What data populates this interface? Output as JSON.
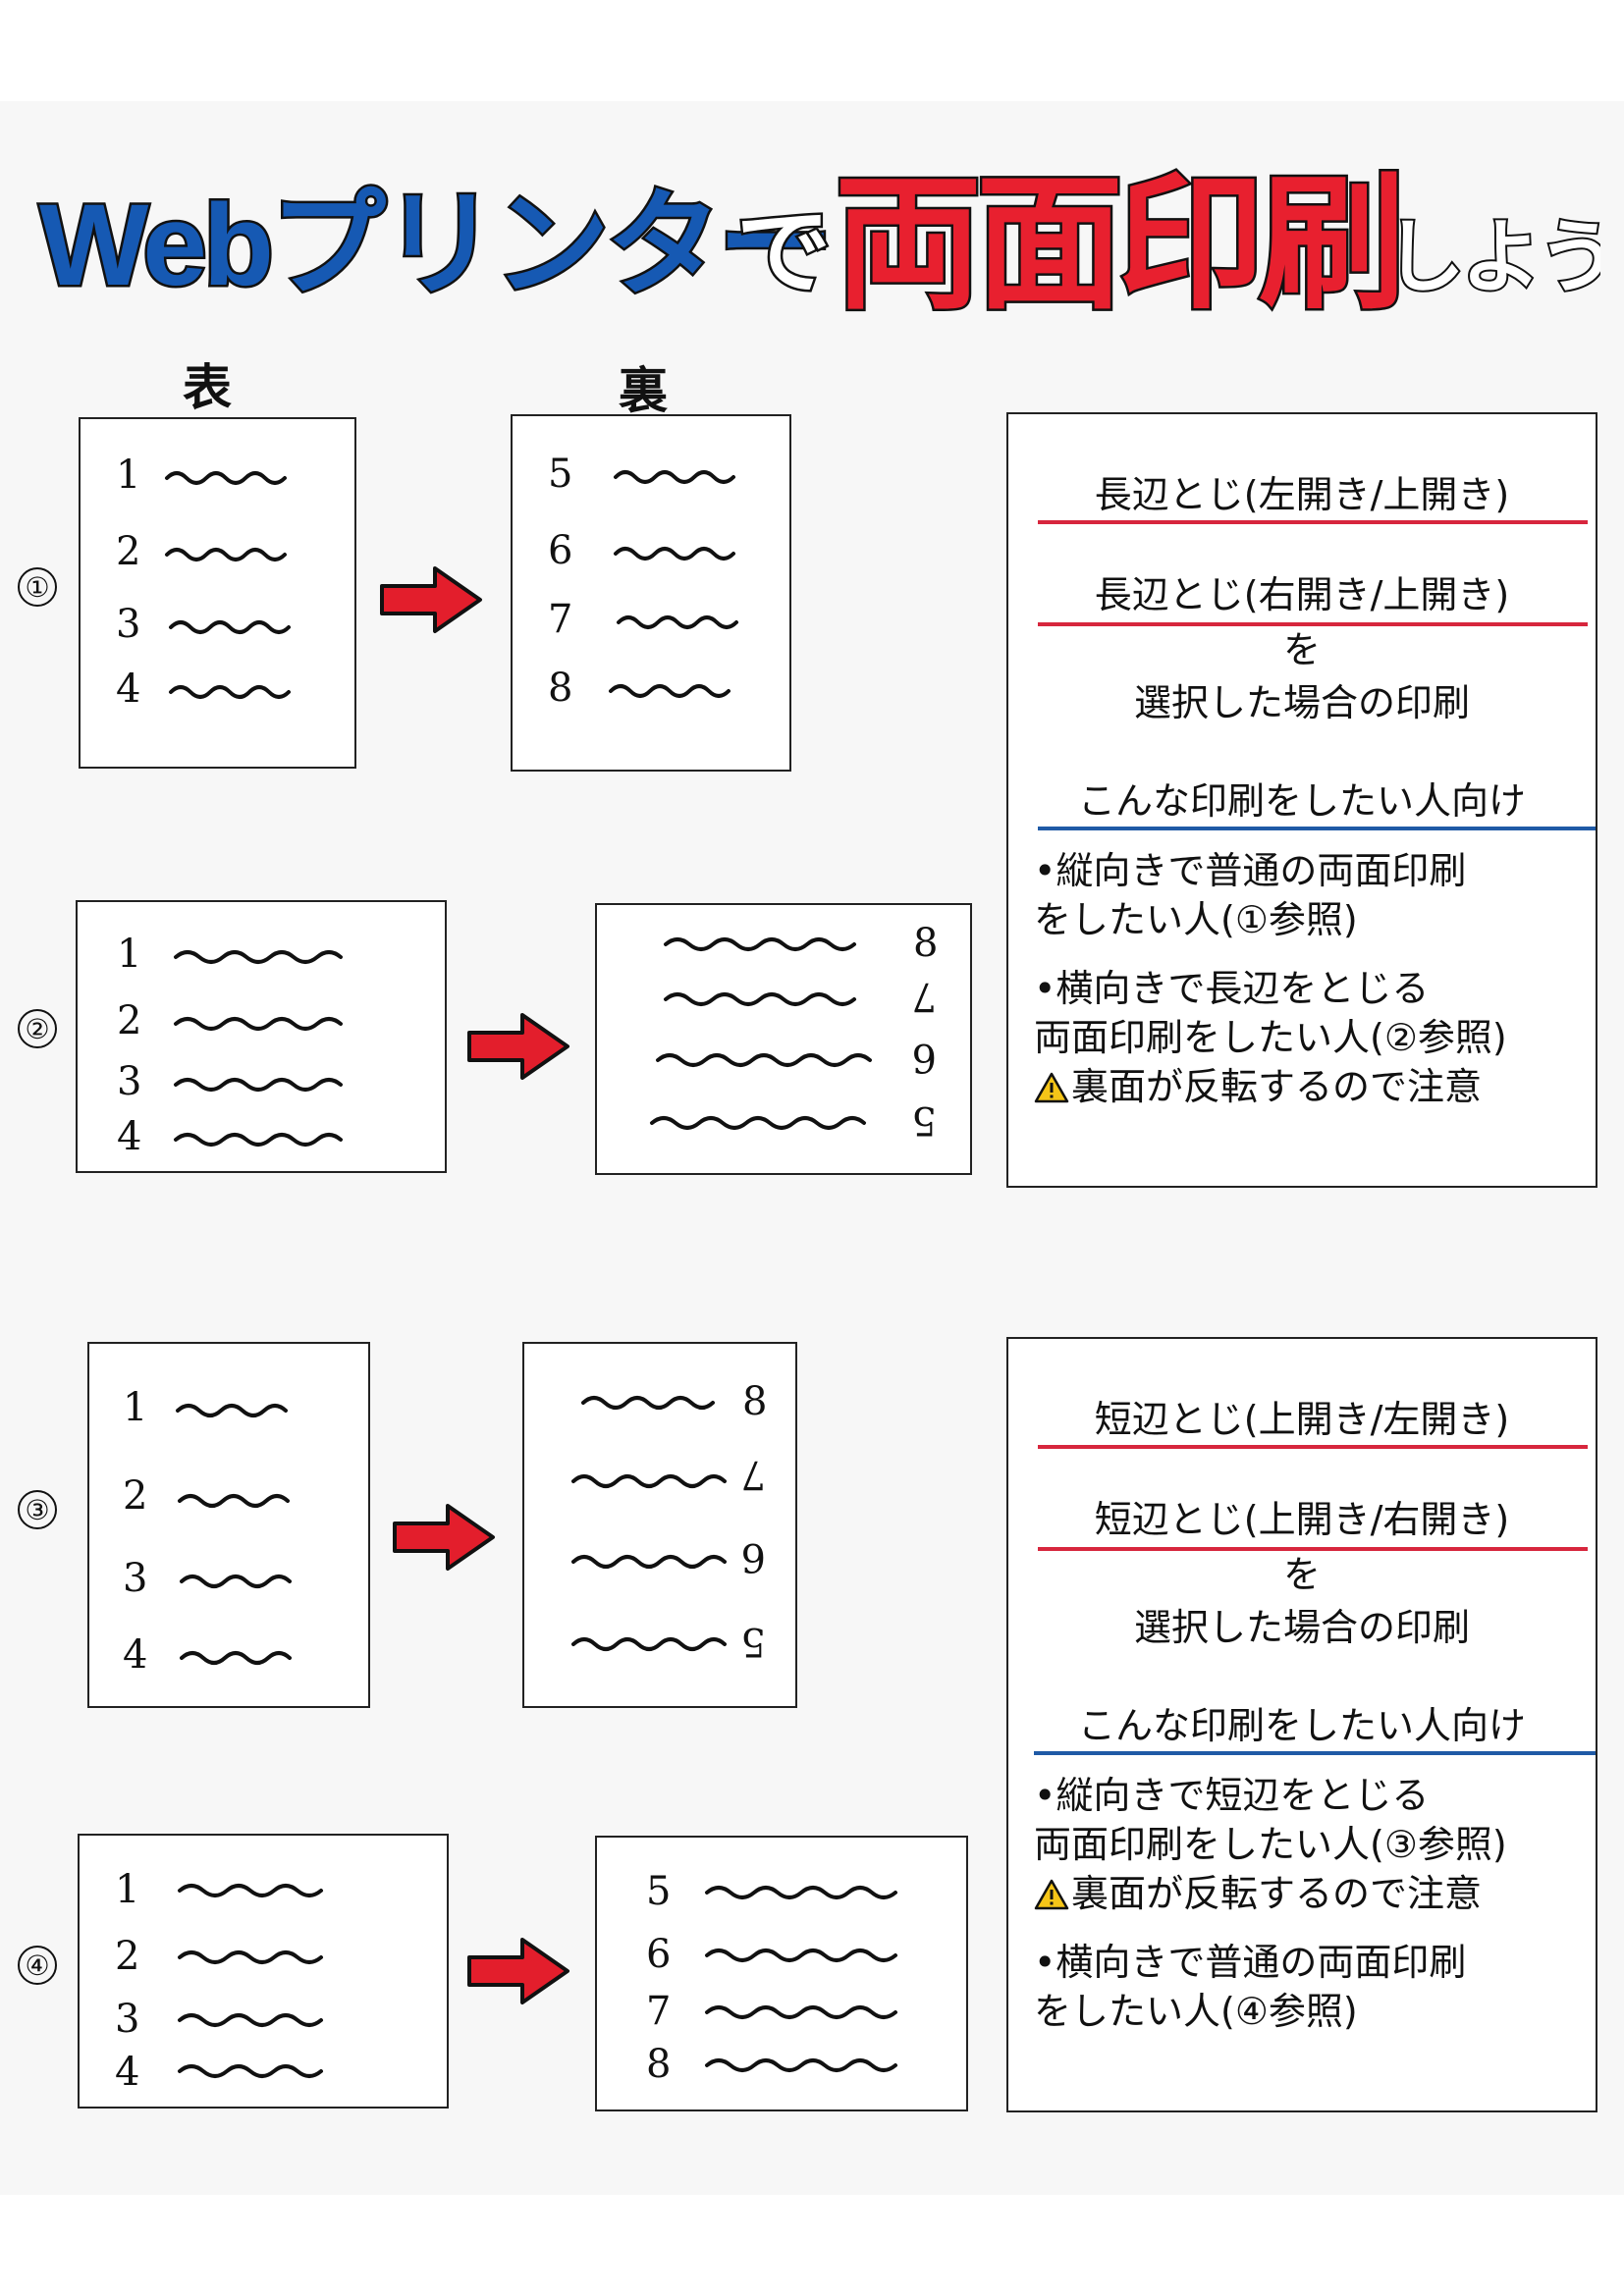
{
  "title": {
    "part1": "Webプリンター",
    "part2": "で",
    "part3": "両面印刷",
    "part4": "しよう"
  },
  "labels": {
    "front": "表",
    "back": "裏"
  },
  "examples": [
    {
      "marker": "①",
      "front_nums": [
        "1",
        "2",
        "3",
        "4"
      ],
      "back_nums": [
        "5",
        "6",
        "7",
        "8"
      ]
    },
    {
      "marker": "②",
      "front_nums": [
        "1",
        "2",
        "3",
        "4"
      ],
      "back_nums": [
        "8",
        "7",
        "6",
        "5"
      ]
    },
    {
      "marker": "③",
      "front_nums": [
        "1",
        "2",
        "3",
        "4"
      ],
      "back_nums": [
        "8",
        "7",
        "6",
        "5"
      ]
    },
    {
      "marker": "④",
      "front_nums": [
        "1",
        "2",
        "3",
        "4"
      ],
      "back_nums": [
        "5",
        "6",
        "7",
        "8"
      ]
    }
  ],
  "info_long": {
    "option1": "長辺とじ(左開き/上開き)",
    "option2": "長辺とじ(右開き/上開き)",
    "wo": "を",
    "selected": "選択した場合の印刷",
    "for_whom": "こんな印刷をしたい人向け",
    "lines": [
      "•縦向きで普通の両面印刷",
      "をしたい人(①参照)",
      "•横向きで長辺をとじる",
      "両面印刷をしたい人(②参照)",
      "裏面が反転するので注意"
    ]
  },
  "info_short": {
    "option1": "短辺とじ(上開き/左開き)",
    "option2": "短辺とじ(上開き/右開き)",
    "wo": "を",
    "selected": "選択した場合の印刷",
    "for_whom": "こんな印刷をしたい人向け",
    "lines": [
      "•縦向きで短辺をとじる",
      "両面印刷をしたい人(③参照)",
      "裏面が反転するので注意",
      "•横向きで普通の両面印刷",
      "をしたい人(④参照)"
    ]
  },
  "colors": {
    "title_blue": "#1659b3",
    "title_red": "#e8202f",
    "underline_red": "#d7263d",
    "underline_blue": "#1f5aa6",
    "arrow_red": "#e31e2c",
    "warning_yellow": "#f5c518"
  }
}
